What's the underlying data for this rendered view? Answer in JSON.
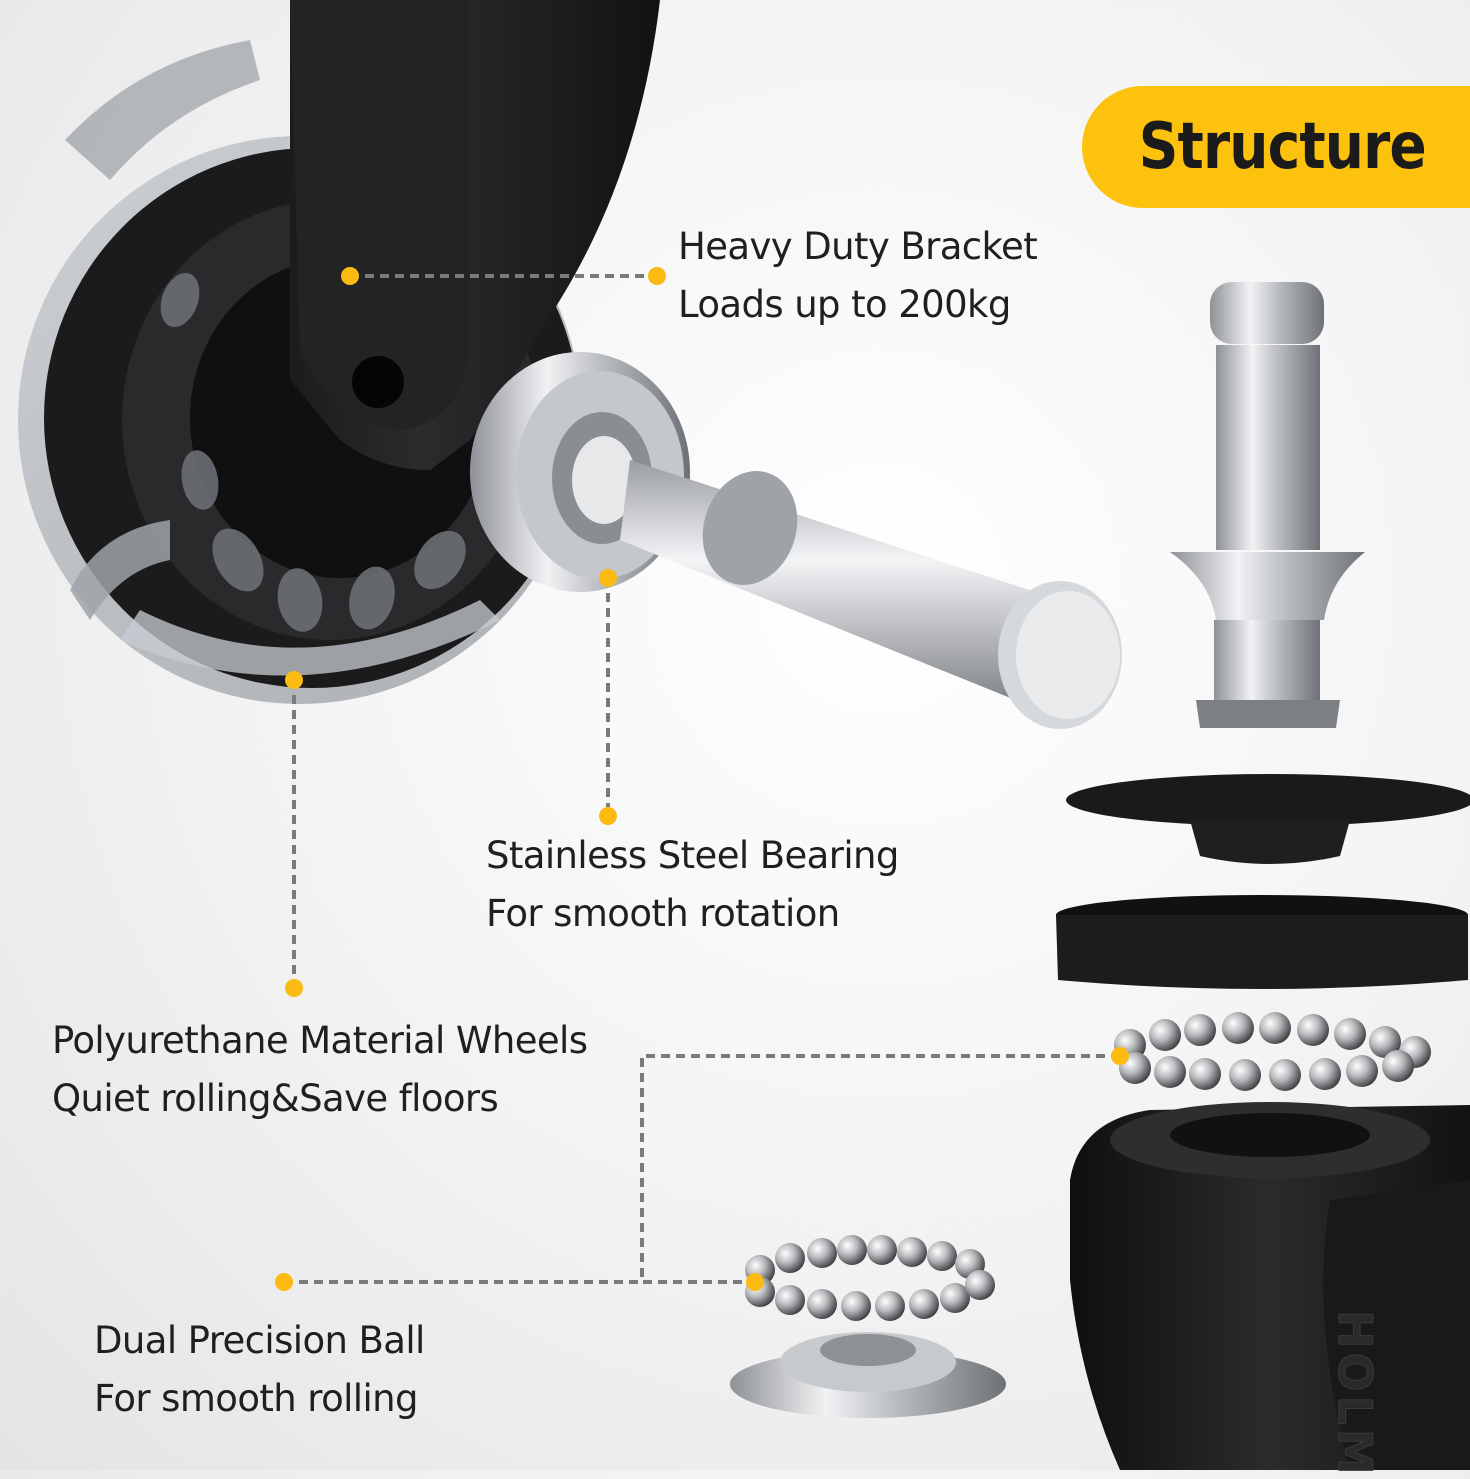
{
  "title": "Structure",
  "callouts": {
    "bracket": {
      "line1": "Heavy Duty Bracket",
      "line2": "Loads up to 200kg"
    },
    "bearing": {
      "line1": "Stainless Steel Bearing",
      "line2": "For smooth rotation"
    },
    "wheels": {
      "line1": "Polyurethane Material Wheels",
      "line2": "Quiet rolling&Save floors"
    },
    "balls": {
      "line1": "Dual Precision Ball",
      "line2": "For smooth rolling"
    }
  },
  "brand_mark": "HOLM",
  "colors": {
    "accent": "#fdc20d",
    "text": "#1f1f1f",
    "leader": "#7a7a7a",
    "black_part": "#1c1c1c"
  }
}
